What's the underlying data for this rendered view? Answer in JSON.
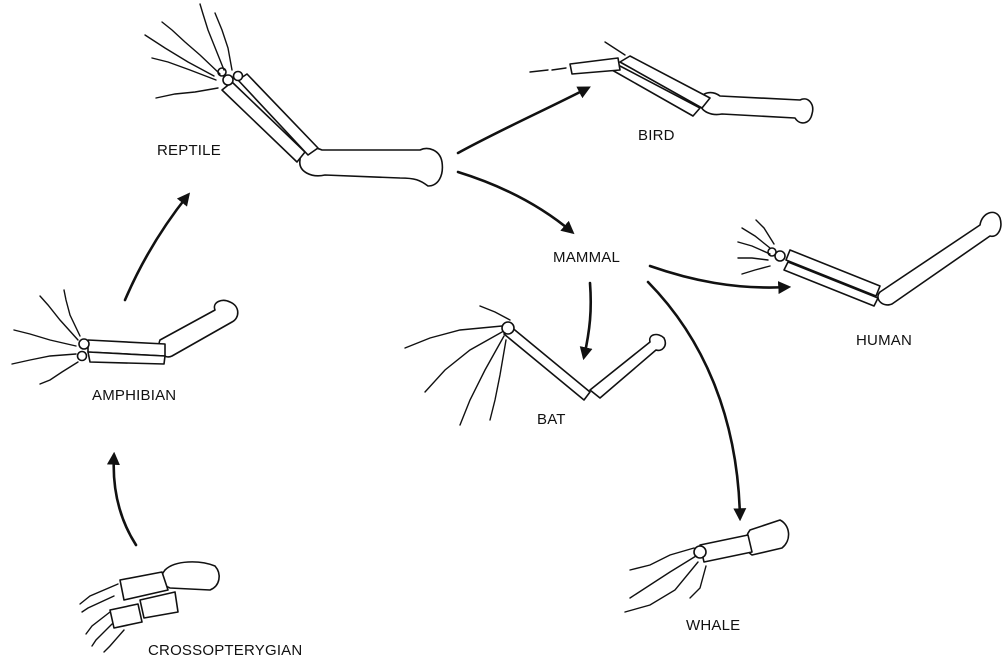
{
  "labels": {
    "reptile": "REPTILE",
    "bird": "BIRD",
    "mammal": "MAMMAL",
    "human": "HUMAN",
    "amphibian": "AMPHIBIAN",
    "bat": "BAT",
    "whale": "WHALE",
    "crossopterygian": "CROSSOPTERYGIAN"
  },
  "colors": {
    "ink": "#111111",
    "background": "#ffffff"
  }
}
